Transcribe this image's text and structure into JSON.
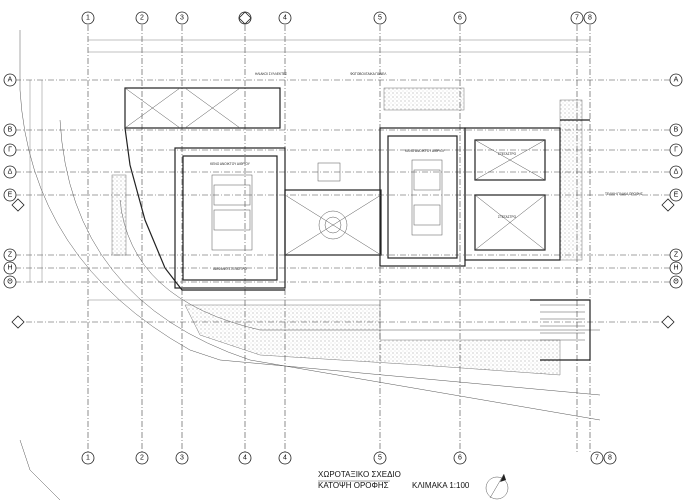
{
  "drawing": {
    "title_line1": "ΧΩΡΟΤΑΞΙΚΟ ΣΧΕΔΙΟ",
    "title_line2": "ΚΑΤΟΨΗ ΟΡΟΦΗΣ",
    "scale": "ΚΛΙΜΑΚΑ 1:100"
  },
  "grid": {
    "columns": [
      "1",
      "2",
      "3",
      "4",
      "4",
      "5",
      "6",
      "7",
      "8"
    ],
    "rows": [
      "A",
      "B",
      "Γ",
      "Δ",
      "E",
      "Z",
      "H",
      "Θ"
    ]
  },
  "labels": {
    "pit_left": "ΚΕΝΟ ΑΝΟΙΚΤΟΥ ΑΙΘΡΙΟΥ",
    "pit_left_sub": "ΔΙΑΦΑΝΟ ΣΤΕΓΑΣΤΡΟ",
    "pit_right": "ΚΕΝΟ ΑΝΟΙΚΤΟΥ ΑΙΘΡΙΟΥ",
    "room_right_a": "ΣΤΕΓΑΣΤΡΟ",
    "room_right_b": "ΣΤΕΓΑΣΤΡΟ",
    "note_top_left": "ΗΛΙΑΚΟΙ ΣΥΛΛΕΚΤΕΣ",
    "note_top_mid": "ΦΩΤΟΒΟΛΤΑΙΚΑ ΠΑΝΕΛ",
    "note_right": "ΤΕΛΙΚΗ ΠΛΑΚΑ ΟΡΟΦΗΣ"
  }
}
